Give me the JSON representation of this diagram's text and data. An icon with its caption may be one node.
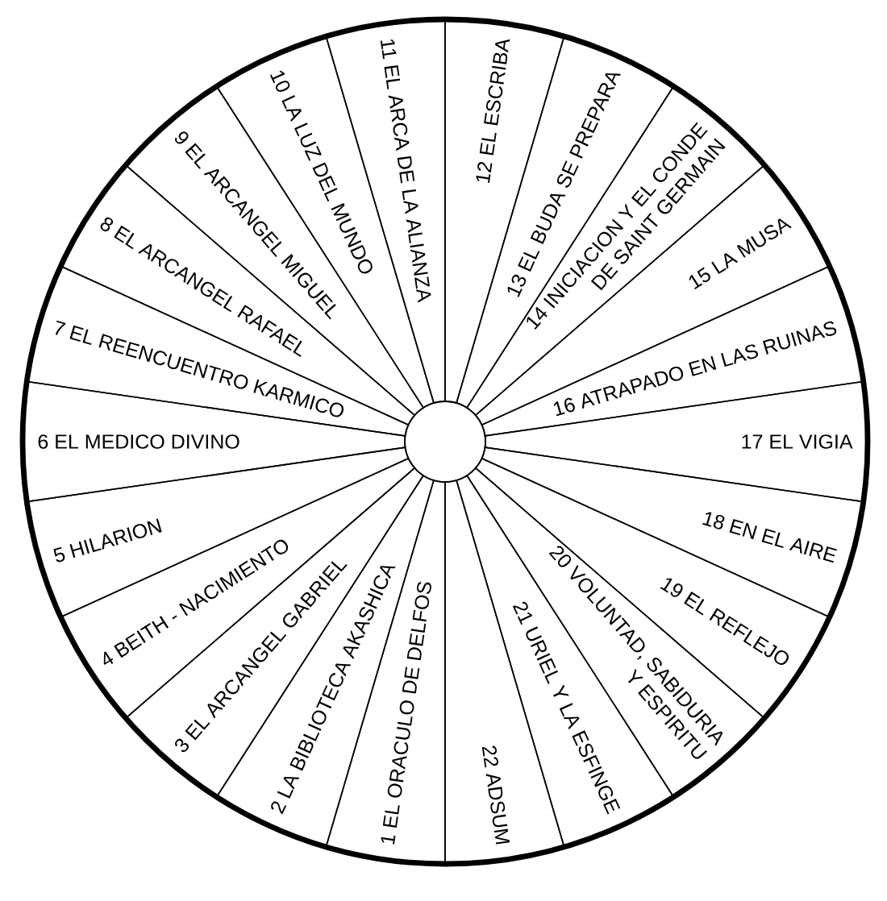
{
  "diagram": {
    "nodes": [
      {
        "text": [
          "1 EL ORACULO DE DELFOS"
        ]
      },
      {
        "text": [
          "2 LA BIBLIOTECA AKASHICA"
        ]
      },
      {
        "text": [
          "3 EL ARCANGEL GABRIEL"
        ]
      },
      {
        "text": [
          "4 BEITH - NACIMIENTO"
        ]
      },
      {
        "text": [
          "5 HILARION"
        ]
      },
      {
        "text": [
          "6 EL MEDICO DIVINO"
        ]
      },
      {
        "text": [
          "7 EL REENCUENTRO KARMICO"
        ]
      },
      {
        "text": [
          "8 EL ARCANGEL RAFAEL"
        ]
      },
      {
        "text": [
          "9 EL ARCANGEL MIGUEL"
        ]
      },
      {
        "text": [
          "10 LA LUZ DEL MUNDO"
        ]
      },
      {
        "text": [
          "11 EL ARCA DE LA ALIANZA"
        ]
      },
      {
        "text": [
          "12 EL ESCRIBA"
        ]
      },
      {
        "text": [
          "13 EL BUDA SE PREPARA"
        ]
      },
      {
        "text": [
          "14 INICIACION Y EL CONDE DE SAINT GERMAIN"
        ]
      },
      {
        "text": [
          "15 LA MUSA"
        ]
      },
      {
        "text": [
          "16 ATRAPADO EN LAS RUINAS"
        ]
      },
      {
        "text": [
          "17 EL VIGIA"
        ]
      },
      {
        "text": [
          "18 EN EL AIRE"
        ]
      },
      {
        "text": [
          "19 EL REFLEJO"
        ]
      },
      {
        "text": [
          "20 VOLUNTAD, SABIDURIA Y ESPIRITU"
        ]
      },
      {
        "text": [
          "21 URIEL Y LA ESFINGE"
        ]
      },
      {
        "text": [
          "22 ADSUM"
        ]
      }
    ]
  }
}
